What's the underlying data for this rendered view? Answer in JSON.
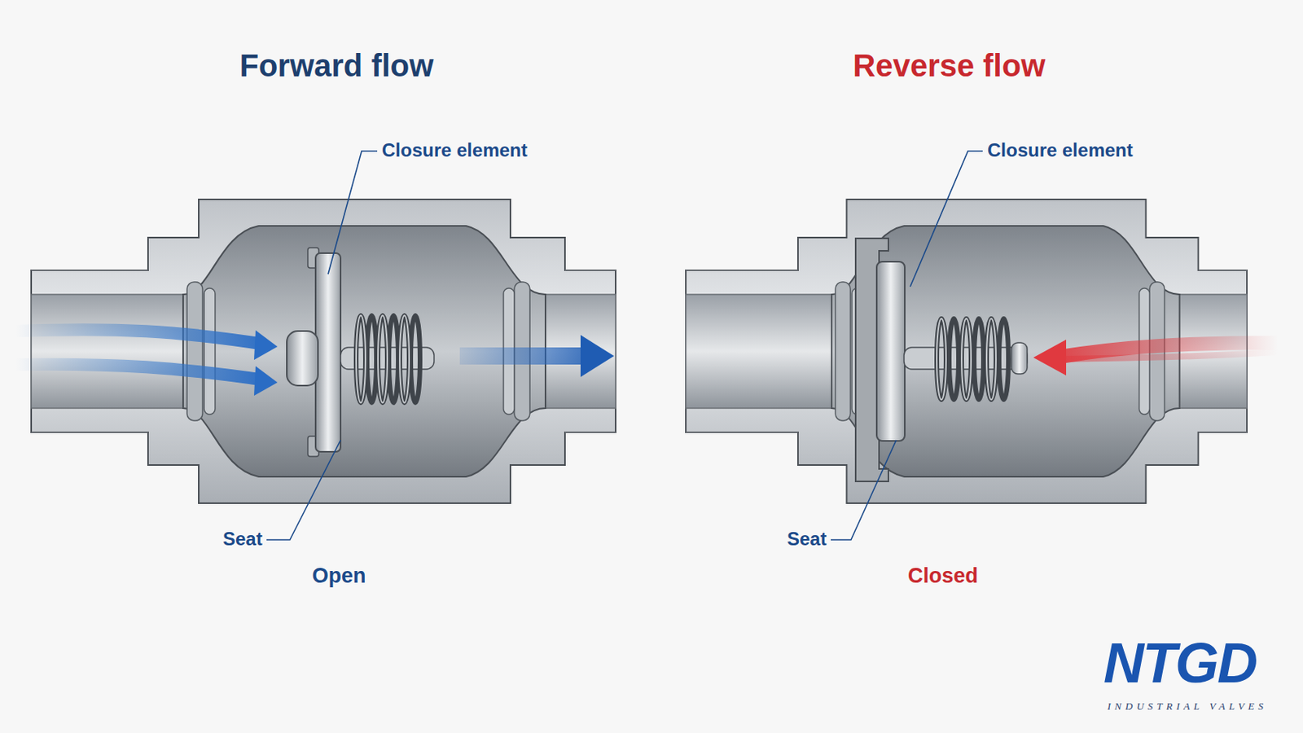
{
  "diagram": {
    "labels": [
      "Forward flow",
      "Closure element",
      "Seat",
      "Open",
      "Reverse flow",
      "Closure element",
      "Seat",
      "Closed",
      "NTGD",
      "INDUSTRIAL VALVES"
    ]
  }
}
